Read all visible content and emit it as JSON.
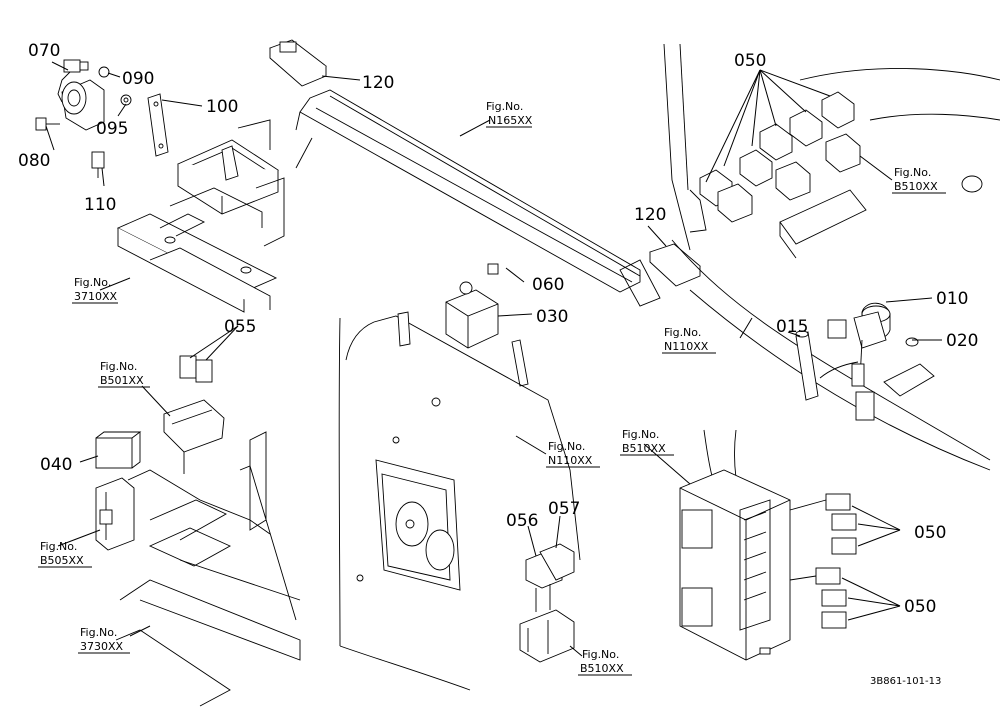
{
  "part_labels": [
    "070",
    "090",
    "095",
    "100",
    "080",
    "110",
    "120",
    "120",
    "050",
    "050",
    "050",
    "060",
    "030",
    "055",
    "010",
    "015",
    "020",
    "040",
    "056",
    "057"
  ],
  "fig_refs": [
    {
      "title": "Fig.No.",
      "code": "N165XX"
    },
    {
      "title": "Fig.No.",
      "code": "B510XX"
    },
    {
      "title": "Fig.No.",
      "code": "3710XX"
    },
    {
      "title": "Fig.No.",
      "code": "N110XX"
    },
    {
      "title": "Fig.No.",
      "code": "B501XX"
    },
    {
      "title": "Fig.No.",
      "code": "N110XX"
    },
    {
      "title": "Fig.No.",
      "code": "B510XX"
    },
    {
      "title": "Fig.No.",
      "code": "B505XX"
    },
    {
      "title": "Fig.No.",
      "code": "3730XX"
    },
    {
      "title": "Fig.No.",
      "code": "B510XX"
    }
  ],
  "drawing_code": "3B861-101-13"
}
